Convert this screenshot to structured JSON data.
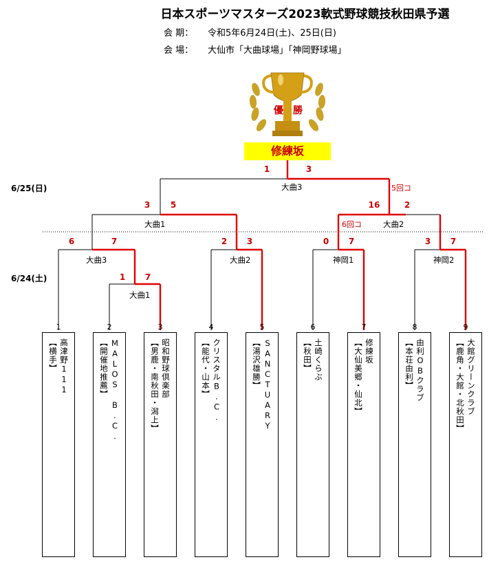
{
  "header": {
    "title": "日本スポーツマスターズ2023軟式野球競技秋田県予選",
    "period_label": "会 期：",
    "period_value": "令和5年6月24日(土)、25日(日)",
    "venue_label": "会 場：",
    "venue_value": "大仙市「大曲球場」「神岡野球場」"
  },
  "trophy": {
    "text1": "優",
    "text2": "勝",
    "icon": "trophy-icon"
  },
  "winner": "修練坂",
  "dates": {
    "day2": "6/25(日)",
    "day1": "6/24(土)"
  },
  "final": {
    "venue": "大曲3",
    "score_left": "1",
    "score_right": "3",
    "innings": "5回コ"
  },
  "semi_left": {
    "venue": "大曲1",
    "score_left": "3",
    "score_right": "5"
  },
  "semi_right": {
    "venue": "大曲2",
    "score_left": "16",
    "score_right": "2",
    "innings": "6回コ"
  },
  "qf1": {
    "venue": "大曲3",
    "score_left": "6",
    "score_right": "7"
  },
  "qf2": {
    "venue": "大曲2",
    "score_left": "2",
    "score_right": "3"
  },
  "qf3": {
    "venue": "神岡1",
    "score_left": "0",
    "score_right": "7"
  },
  "qf4": {
    "venue": "神岡2",
    "score_left": "3",
    "score_right": "7"
  },
  "r1": {
    "venue": "大曲1",
    "score_left": "1",
    "score_right": "7"
  },
  "teams": [
    {
      "seed": "1",
      "region": "【横手】",
      "name": "高津野111"
    },
    {
      "seed": "2",
      "region": "【開催地推薦】",
      "name": "MALOS B.C."
    },
    {
      "seed": "3",
      "region": "【男鹿・南秋田・潟上】",
      "name": "昭和野球倶楽部"
    },
    {
      "seed": "4",
      "region": "【能代・山本】",
      "name": "クリスタルB.C."
    },
    {
      "seed": "5",
      "region": "【湯沢雄勝】",
      "name": "SANCTUARY"
    },
    {
      "seed": "6",
      "region": "【秋田】",
      "name": "土崎くらぶ"
    },
    {
      "seed": "7",
      "region": "【大仙美郷・仙北】",
      "name": "修練坂"
    },
    {
      "seed": "8",
      "region": "【本荘由利】",
      "name": "由利OBクラブ"
    },
    {
      "seed": "9",
      "region": "【鹿角・大館・北秋田】",
      "name": "大館グリーンクラブ"
    }
  ],
  "colors": {
    "win_line": "#e00000",
    "line": "#000000",
    "score": "#cc0000",
    "winner_bg": "#ffff00",
    "trophy_gold": "#d4a017"
  }
}
